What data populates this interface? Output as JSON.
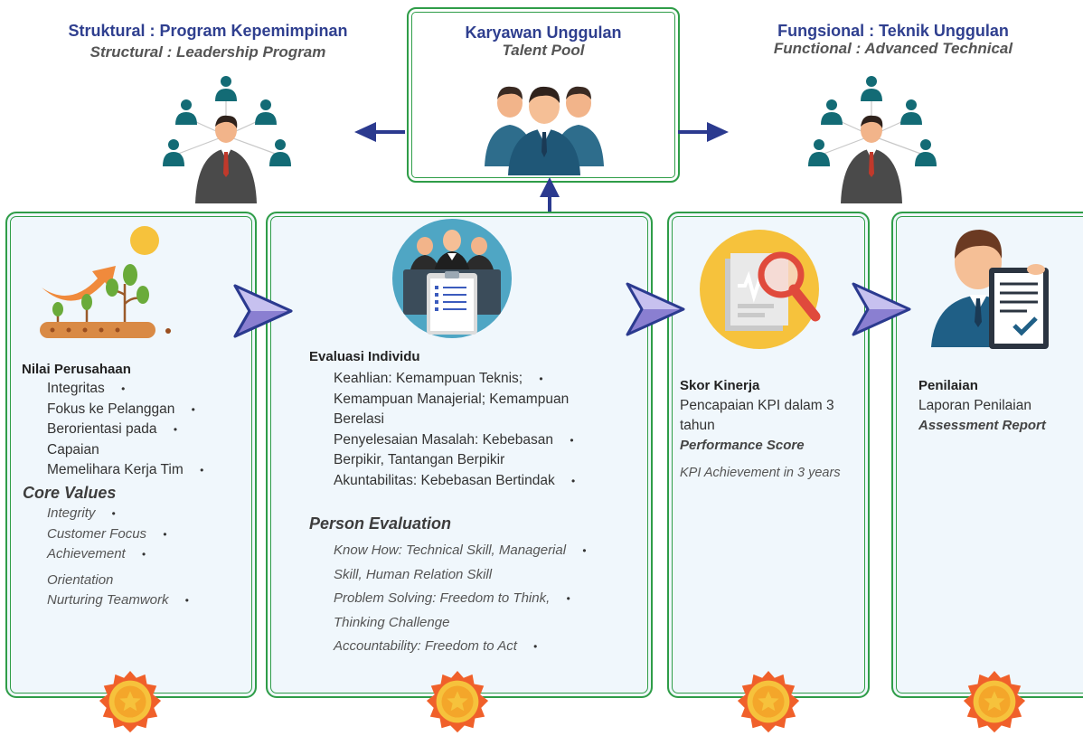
{
  "header": {
    "left_title": "Struktural : Program Kepemimpinan",
    "left_subtitle": "Structural : Leadership Program",
    "center_title": "Karyawan Unggulan",
    "center_subtitle": "Talent Pool",
    "right_title": "Fungsional : Teknik Unggulan",
    "right_subtitle": "Functional : Advanced Technical"
  },
  "panel1": {
    "heading": "Nilai Perusahaan",
    "items_id": [
      "Integritas",
      "Fokus ke Pelanggan",
      "Berorientasi pada",
      "Capaian",
      "Memelihara Kerja Tim"
    ],
    "section_en": "Core Values",
    "items_en": [
      "Integrity",
      "Customer Focus",
      "Achievement",
      "Orientation",
      "Nurturing Teamwork"
    ]
  },
  "panel2": {
    "heading": "Evaluasi Individu",
    "items_id": [
      "Keahlian: Kemampuan Teknis;",
      "Kemampuan Manajerial; Kemampuan",
      "Berelasi",
      "Penyelesaian Masalah: Kebebasan",
      "Berpikir, Tantangan Berpikir",
      "Akuntabilitas: Kebebasan Bertindak"
    ],
    "section_en": "Person Evaluation",
    "items_en": [
      "Know How: Technical Skill, Managerial",
      "Skill, Human Relation Skill",
      "Problem Solving: Freedom to Think,",
      "Thinking Challenge",
      "Accountability: Freedom to Act"
    ]
  },
  "panel3": {
    "heading": "Skor Kinerja",
    "line1": "Pencapaian KPI dalam 3",
    "line2": "tahun",
    "section_en": "Performance Score",
    "line_en": "KPI Achievement in 3 years"
  },
  "panel4": {
    "heading": "Penilaian",
    "line1": "Laporan Penilaian",
    "section_en": "Assessment Report"
  },
  "colors": {
    "panel_border": "#2f9d48",
    "panel_bg": "#f0f7fc",
    "title_blue": "#2f3f8f",
    "arrow_blue": "#2b3a8f",
    "chevron_purple": "#8a7fd1",
    "medal_orange": "#f0602a",
    "medal_gold": "#f6c23c"
  }
}
